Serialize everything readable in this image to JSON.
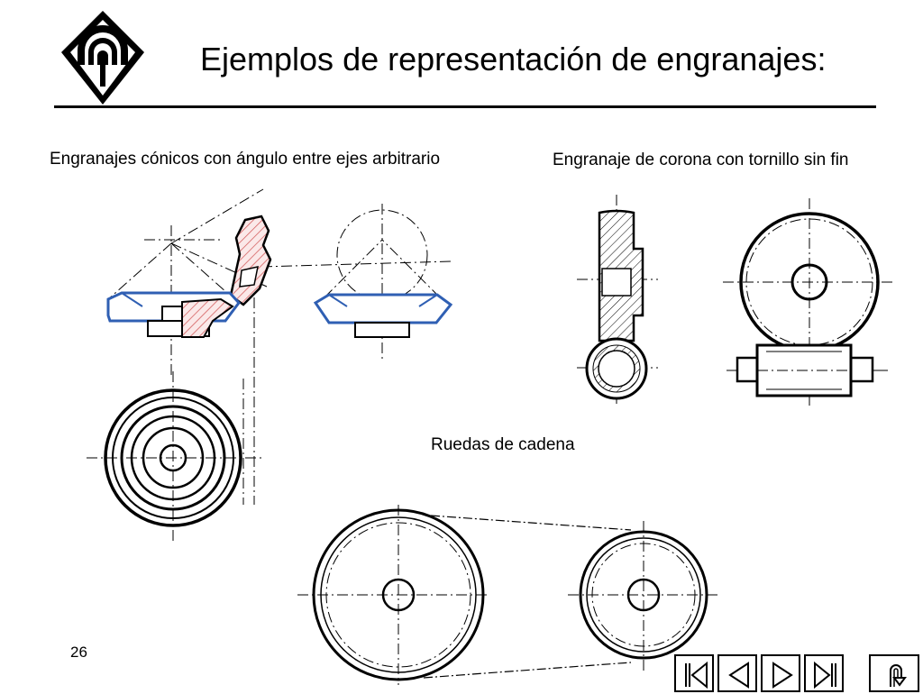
{
  "slide": {
    "title": "Ejemplos de representación de engranajes:",
    "page_number": "26"
  },
  "captions": {
    "bevel": "Engranajes cónicos con ángulo entre ejes arbitrario",
    "worm": "Engranaje de corona con tornillo sin fin",
    "chain": "Ruedas de cadena"
  },
  "colors": {
    "accent_blue": "#2f5fb3",
    "hatch_red": "#d05050",
    "ink": "#000000"
  },
  "navigation": {
    "buttons": [
      {
        "icon": "first-page-icon"
      },
      {
        "icon": "previous-page-icon"
      },
      {
        "icon": "next-page-icon"
      },
      {
        "icon": "last-page-icon"
      },
      {
        "icon": "return-icon"
      }
    ]
  }
}
